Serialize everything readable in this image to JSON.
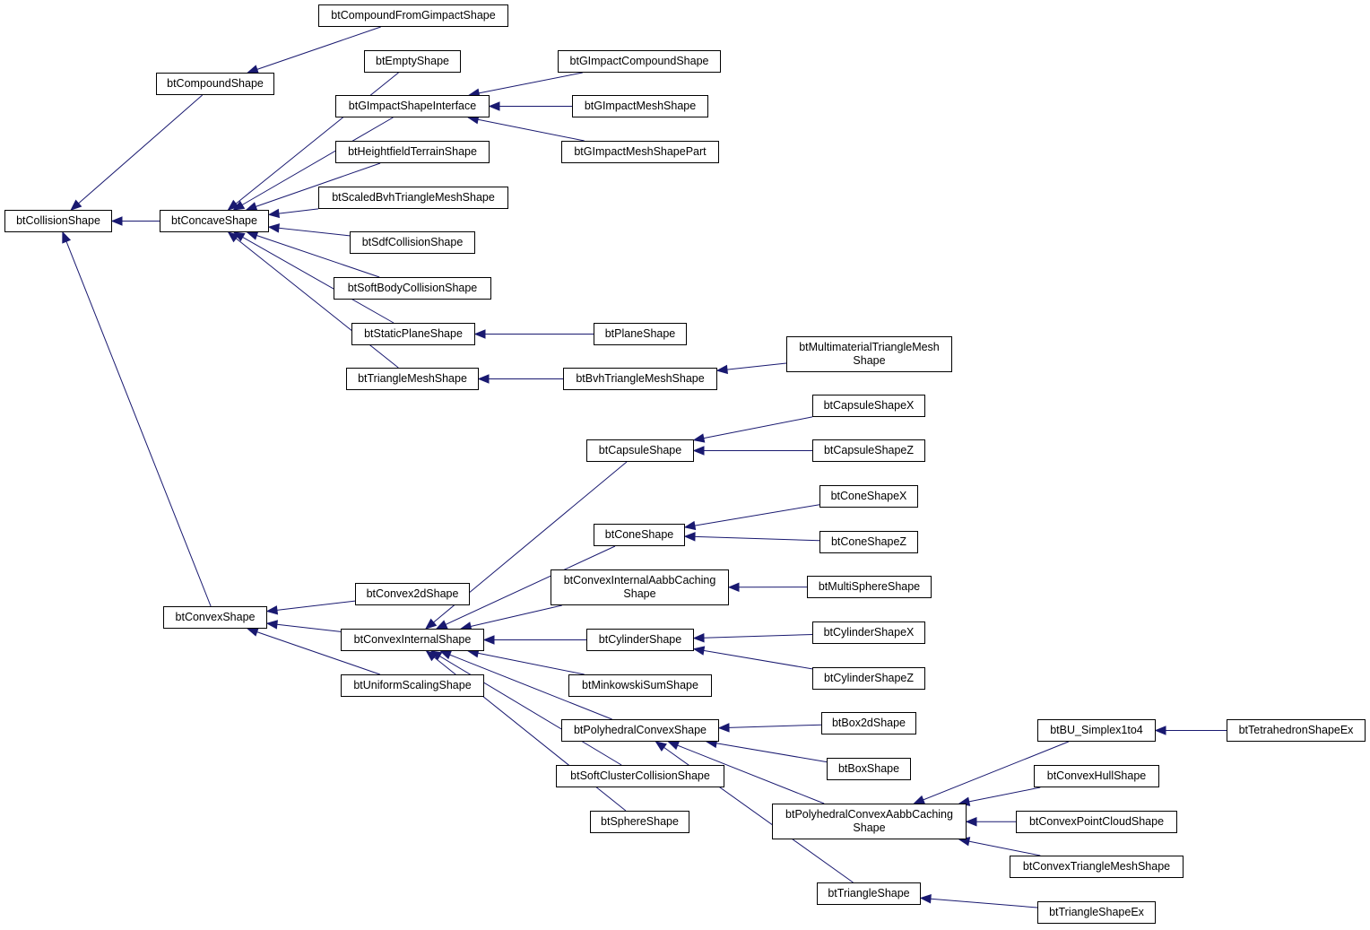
{
  "colors": {
    "edge": "#191970",
    "node_border": "#000000",
    "node_background": "#ffffff",
    "text": "#000000"
  },
  "diagram": {
    "nodes": {
      "btCollisionShape": "btCollisionShape",
      "btCompoundShape": "btCompoundShape",
      "btConcaveShape": "btConcaveShape",
      "btConvexShape": "btConvexShape",
      "btCompoundFromGimpactShape": "btCompoundFromGimpactShape",
      "btEmptyShape": "btEmptyShape",
      "btGImpactShapeInterface": "btGImpactShapeInterface",
      "btHeightfieldTerrainShape": "btHeightfieldTerrainShape",
      "btScaledBvhTriangleMeshShape": "btScaledBvhTriangleMeshShape",
      "btSdfCollisionShape": "btSdfCollisionShape",
      "btSoftBodyCollisionShape": "btSoftBodyCollisionShape",
      "btStaticPlaneShape": "btStaticPlaneShape",
      "btTriangleMeshShape": "btTriangleMeshShape",
      "btGImpactCompoundShape": "btGImpactCompoundShape",
      "btGImpactMeshShape": "btGImpactMeshShape",
      "btGImpactMeshShapePart": "btGImpactMeshShapePart",
      "btPlaneShape": "btPlaneShape",
      "btBvhTriangleMeshShape": "btBvhTriangleMeshShape",
      "btMultimaterialTriangleMeshShape": "btMultimaterialTriangleMesh\nShape",
      "btConvex2dShape": "btConvex2dShape",
      "btConvexInternalShape": "btConvexInternalShape",
      "btUniformScalingShape": "btUniformScalingShape",
      "btCapsuleShape": "btCapsuleShape",
      "btConeShape": "btConeShape",
      "btConvexInternalAabbCachingShape": "btConvexInternalAabbCaching\nShape",
      "btCylinderShape": "btCylinderShape",
      "btMinkowskiSumShape": "btMinkowskiSumShape",
      "btPolyhedralConvexShape": "btPolyhedralConvexShape",
      "btSoftClusterCollisionShape": "btSoftClusterCollisionShape",
      "btSphereShape": "btSphereShape",
      "btCapsuleShapeX": "btCapsuleShapeX",
      "btCapsuleShapeZ": "btCapsuleShapeZ",
      "btConeShapeX": "btConeShapeX",
      "btConeShapeZ": "btConeShapeZ",
      "btMultiSphereShape": "btMultiSphereShape",
      "btCylinderShapeX": "btCylinderShapeX",
      "btCylinderShapeZ": "btCylinderShapeZ",
      "btBox2dShape": "btBox2dShape",
      "btBoxShape": "btBoxShape",
      "btPolyhedralConvexAabbCachingShape": "btPolyhedralConvexAabbCaching\nShape",
      "btTriangleShape": "btTriangleShape",
      "btBU_Simplex1to4": "btBU_Simplex1to4",
      "btConvexHullShape": "btConvexHullShape",
      "btConvexPointCloudShape": "btConvexPointCloudShape",
      "btConvexTriangleMeshShape": "btConvexTriangleMeshShape",
      "btTriangleShapeEx": "btTriangleShapeEx",
      "btTetrahedronShapeEx": "btTetrahedronShapeEx"
    },
    "edges": [
      [
        "btCompoundShape",
        "btCollisionShape"
      ],
      [
        "btConcaveShape",
        "btCollisionShape"
      ],
      [
        "btConvexShape",
        "btCollisionShape"
      ],
      [
        "btCompoundFromGimpactShape",
        "btCompoundShape"
      ],
      [
        "btEmptyShape",
        "btConcaveShape"
      ],
      [
        "btGImpactShapeInterface",
        "btConcaveShape"
      ],
      [
        "btHeightfieldTerrainShape",
        "btConcaveShape"
      ],
      [
        "btScaledBvhTriangleMeshShape",
        "btConcaveShape"
      ],
      [
        "btSdfCollisionShape",
        "btConcaveShape"
      ],
      [
        "btSoftBodyCollisionShape",
        "btConcaveShape"
      ],
      [
        "btStaticPlaneShape",
        "btConcaveShape"
      ],
      [
        "btTriangleMeshShape",
        "btConcaveShape"
      ],
      [
        "btGImpactCompoundShape",
        "btGImpactShapeInterface"
      ],
      [
        "btGImpactMeshShape",
        "btGImpactShapeInterface"
      ],
      [
        "btGImpactMeshShapePart",
        "btGImpactShapeInterface"
      ],
      [
        "btPlaneShape",
        "btStaticPlaneShape"
      ],
      [
        "btBvhTriangleMeshShape",
        "btTriangleMeshShape"
      ],
      [
        "btMultimaterialTriangleMeshShape",
        "btBvhTriangleMeshShape"
      ],
      [
        "btConvex2dShape",
        "btConvexShape"
      ],
      [
        "btConvexInternalShape",
        "btConvexShape"
      ],
      [
        "btUniformScalingShape",
        "btConvexShape"
      ],
      [
        "btCapsuleShape",
        "btConvexInternalShape"
      ],
      [
        "btConeShape",
        "btConvexInternalShape"
      ],
      [
        "btConvexInternalAabbCachingShape",
        "btConvexInternalShape"
      ],
      [
        "btCylinderShape",
        "btConvexInternalShape"
      ],
      [
        "btMinkowskiSumShape",
        "btConvexInternalShape"
      ],
      [
        "btPolyhedralConvexShape",
        "btConvexInternalShape"
      ],
      [
        "btSoftClusterCollisionShape",
        "btConvexInternalShape"
      ],
      [
        "btSphereShape",
        "btConvexInternalShape"
      ],
      [
        "btCapsuleShapeX",
        "btCapsuleShape"
      ],
      [
        "btCapsuleShapeZ",
        "btCapsuleShape"
      ],
      [
        "btConeShapeX",
        "btConeShape"
      ],
      [
        "btConeShapeZ",
        "btConeShape"
      ],
      [
        "btMultiSphereShape",
        "btConvexInternalAabbCachingShape"
      ],
      [
        "btCylinderShapeX",
        "btCylinderShape"
      ],
      [
        "btCylinderShapeZ",
        "btCylinderShape"
      ],
      [
        "btBox2dShape",
        "btPolyhedralConvexShape"
      ],
      [
        "btBoxShape",
        "btPolyhedralConvexShape"
      ],
      [
        "btPolyhedralConvexAabbCachingShape",
        "btPolyhedralConvexShape"
      ],
      [
        "btTriangleShape",
        "btPolyhedralConvexShape"
      ],
      [
        "btBU_Simplex1to4",
        "btPolyhedralConvexAabbCachingShape"
      ],
      [
        "btConvexHullShape",
        "btPolyhedralConvexAabbCachingShape"
      ],
      [
        "btConvexPointCloudShape",
        "btPolyhedralConvexAabbCachingShape"
      ],
      [
        "btConvexTriangleMeshShape",
        "btPolyhedralConvexAabbCachingShape"
      ],
      [
        "btTriangleShapeEx",
        "btTriangleShape"
      ],
      [
        "btTetrahedronShapeEx",
        "btBU_Simplex1to4"
      ]
    ]
  }
}
